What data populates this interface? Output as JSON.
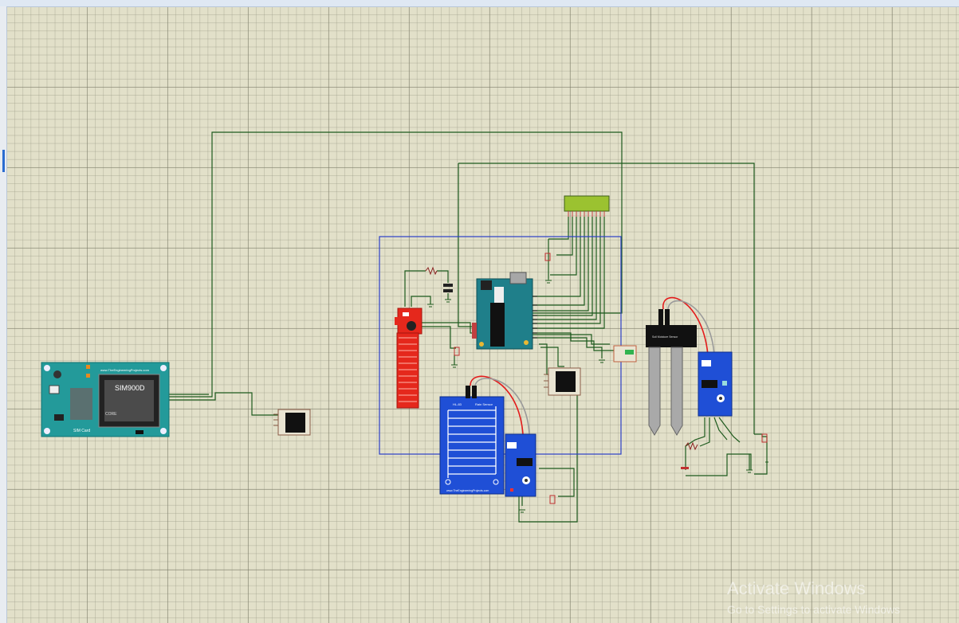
{
  "watermark": {
    "title": "Activate Windows",
    "subtitle": "Go to Settings to activate Windows"
  },
  "gsm_module": {
    "model": "SIM900D",
    "url": "www.TheEngineeringProjects.com",
    "sim_label": "SIM Card",
    "chip_label": "CORE"
  },
  "rain_sensor": {
    "board_label": "Rain Sensor",
    "model": "HL-83",
    "url": "www.TheEngineeringProjects.com"
  },
  "soil_sensor": {
    "label": "Soil Moisture Sensor"
  },
  "colors": {
    "grid_background": "#e2e0c9",
    "wire": "#1d5a1d",
    "selection_box": "#2b3fc7",
    "arduino": "#1f7f8a",
    "gsm_board": "#239a9a",
    "sensor_module": "#1f4fd6",
    "water_sensor": "#e5281c",
    "lcd": "#9bc230"
  }
}
